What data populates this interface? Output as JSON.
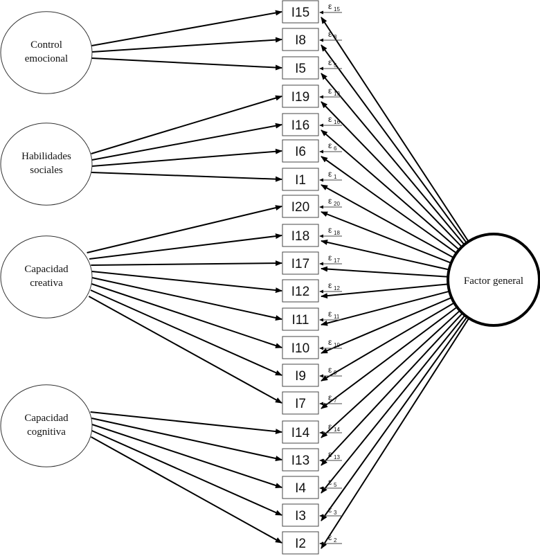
{
  "diagram": {
    "type": "structural-equation-model",
    "general_factor": {
      "label": "Factor general"
    },
    "factors": [
      {
        "id": "control",
        "lines": [
          "Control",
          "emocional"
        ],
        "items": [
          "I15",
          "I8",
          "I5"
        ]
      },
      {
        "id": "social",
        "lines": [
          "Habilidades",
          "sociales"
        ],
        "items": [
          "I19",
          "I16",
          "I6",
          "I1"
        ]
      },
      {
        "id": "creative",
        "lines": [
          "Capacidad",
          "creativa"
        ],
        "items": [
          "I20",
          "I18",
          "I17",
          "I12",
          "I11",
          "I10",
          "I9",
          "I7"
        ]
      },
      {
        "id": "cognitive",
        "lines": [
          "Capacidad",
          "cognitiva"
        ],
        "items": [
          "I14",
          "I13",
          "I4",
          "I3",
          "I2"
        ]
      }
    ],
    "items": [
      {
        "label": "I15",
        "error": "15"
      },
      {
        "label": "I8",
        "error": "8"
      },
      {
        "label": "I5",
        "error": "5"
      },
      {
        "label": "I19",
        "error": "19"
      },
      {
        "label": "I16",
        "error": "16"
      },
      {
        "label": "I6",
        "error": "6"
      },
      {
        "label": "I1",
        "error": "1"
      },
      {
        "label": "I20",
        "error": "20"
      },
      {
        "label": "I18",
        "error": "18"
      },
      {
        "label": "I17",
        "error": "17"
      },
      {
        "label": "I12",
        "error": "12"
      },
      {
        "label": "I11",
        "error": "11"
      },
      {
        "label": "I10",
        "error": "10"
      },
      {
        "label": "I9",
        "error": "9"
      },
      {
        "label": "I7",
        "error": "7"
      },
      {
        "label": "I14",
        "error": "14"
      },
      {
        "label": "I13",
        "error": "13"
      },
      {
        "label": "I4",
        "error": "5"
      },
      {
        "label": "I3",
        "error": "3"
      },
      {
        "label": "I2",
        "error": "2"
      }
    ],
    "error_symbol": "ε"
  }
}
